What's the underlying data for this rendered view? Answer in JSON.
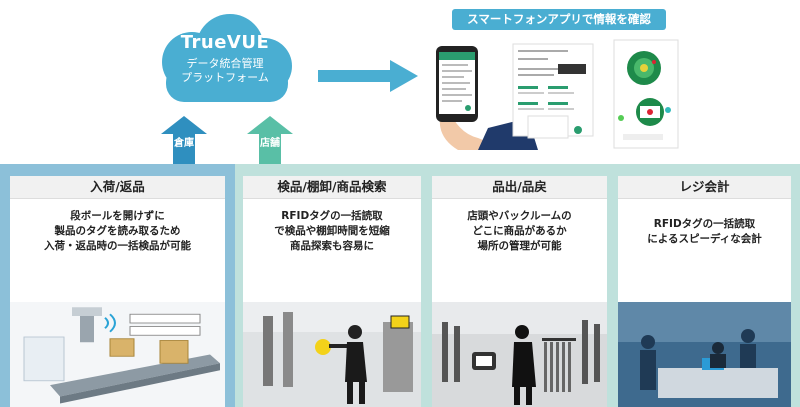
{
  "cloud": {
    "title": "TrueVUE",
    "subtitle_line1": "データ統合管理",
    "subtitle_line2": "プラットフォーム"
  },
  "banner": {
    "text": "スマートフォンアプリで情報を確認"
  },
  "upload_labels": {
    "warehouse": "倉庫",
    "store": "店舗"
  },
  "colors": {
    "cloud": "#4aaed2",
    "left_panel": "#8cc0d9",
    "right_panel": "#bfe1dc",
    "arrow_dark": "#2f8fbf",
    "arrow_teal": "#59bfa6"
  },
  "cards": [
    {
      "title": "入荷/返品",
      "lines": [
        "段ボールを開けずに",
        "製品のタグを読み取るため",
        "入荷・返品時の一括検品が可能"
      ]
    },
    {
      "title": "検品/棚卸/商品検索",
      "lines": [
        "RFIDタグの一括読取",
        "で検品や棚卸時間を短縮",
        "商品探索も容易に"
      ]
    },
    {
      "title": "品出/品戻",
      "lines": [
        "店頭やバックルームの",
        "どこに商品があるか",
        "場所の管理が可能"
      ]
    },
    {
      "title": "レジ会計",
      "lines": [
        "RFIDタグの一括読取",
        "によるスピーディな会計"
      ]
    }
  ]
}
